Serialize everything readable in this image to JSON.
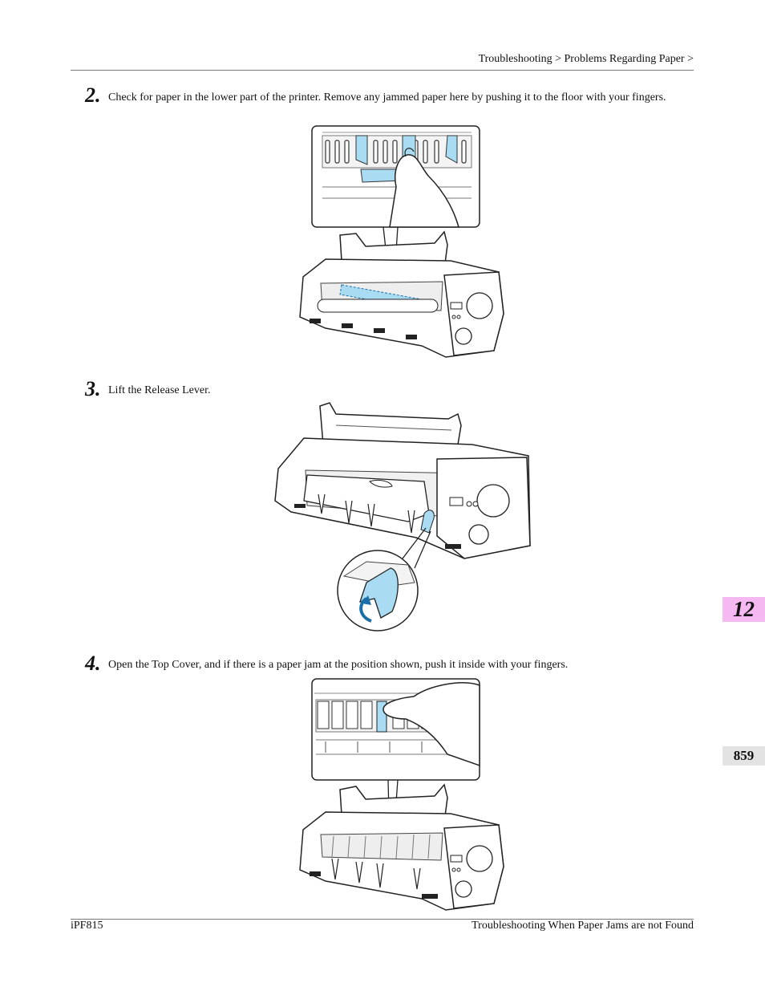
{
  "header": {
    "breadcrumb": "Troubleshooting > Problems Regarding Paper >"
  },
  "steps": [
    {
      "number": "2.",
      "text": "Check for paper in the lower part of the printer. Remove any jammed paper here by pushing it to the floor with your fingers."
    },
    {
      "number": "3.",
      "text": "Lift the Release Lever."
    },
    {
      "number": "4.",
      "text": "Open the Top Cover, and if there is a paper jam at the position shown, push it inside with your fingers."
    }
  ],
  "side_tabs": {
    "chapter": "12",
    "page": "859"
  },
  "footer": {
    "model": "iPF815",
    "section": "Troubleshooting When Paper Jams are not Found"
  },
  "colors": {
    "highlight": "#a9dcf2",
    "chapter_tab": "#f6b8f0",
    "page_tab": "#e3e3e3"
  }
}
